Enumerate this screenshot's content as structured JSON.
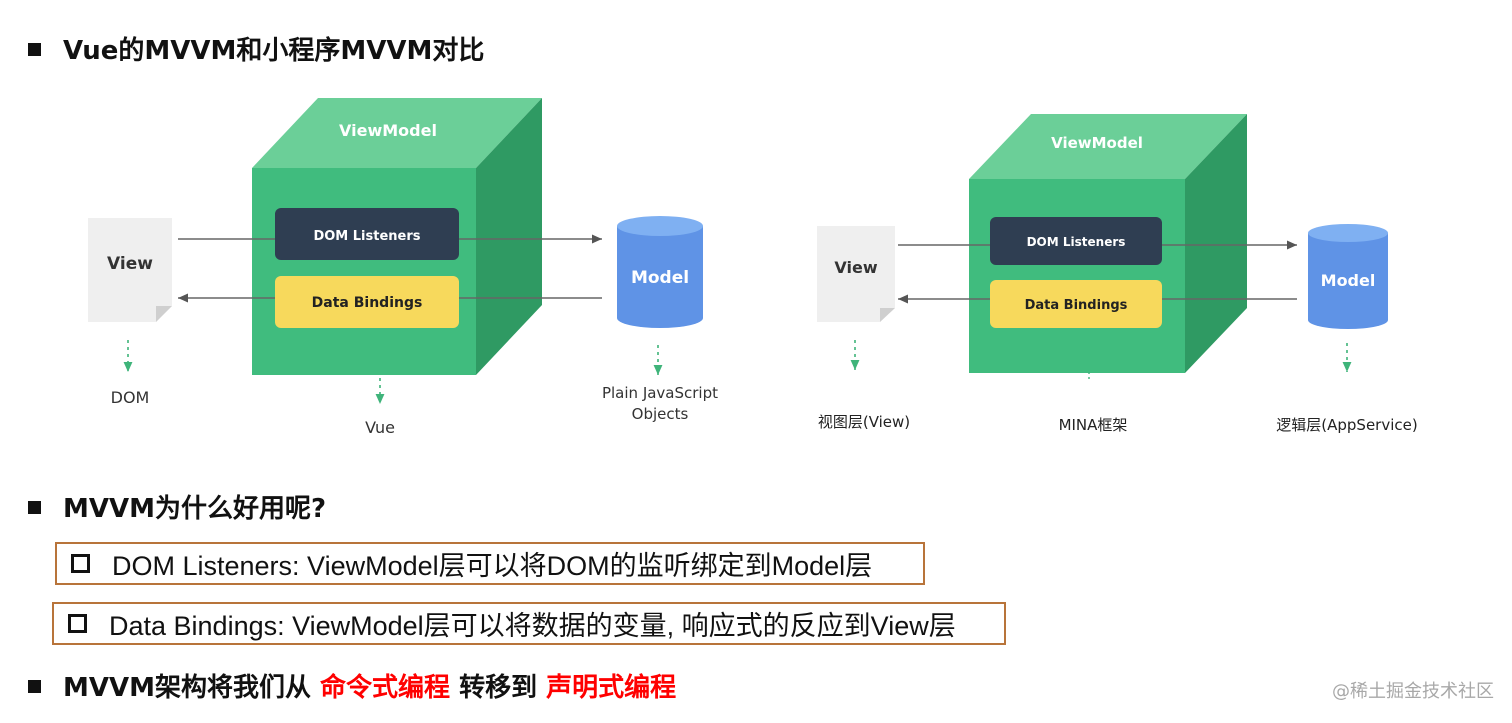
{
  "heading1": "Vue的MVVM和小程序MVVM对比",
  "vue_diagram": {
    "viewmodel": "ViewModel",
    "dom_listeners": "DOM Listeners",
    "data_bindings": "Data Bindings",
    "view": "View",
    "model": "Model",
    "view_caption": "DOM",
    "center_caption": "Vue",
    "model_caption_line1": "Plain JavaScript",
    "model_caption_line2": "Objects"
  },
  "mina_diagram": {
    "viewmodel": "ViewModel",
    "dom_listeners": "DOM Listeners",
    "data_bindings": "Data Bindings",
    "view": "View",
    "model": "Model",
    "view_caption": "视图层(View)",
    "center_caption": "MINA框架",
    "model_caption": "逻辑层(AppService)"
  },
  "heading2": "MVVM为什么好用呢?",
  "bullets": [
    "DOM Listeners: ViewModel层可以将DOM的监听绑定到Model层",
    "Data Bindings: ViewModel层可以将数据的变量, 响应式的反应到View层"
  ],
  "heading3": {
    "prefix": "MVVM架构将我们从 ",
    "highlight1": "命令式编程",
    "middle": " 转移到 ",
    "highlight2": "声明式编程"
  },
  "watermark": "@稀土掘金技术社区",
  "colors": {
    "cube_front": "#40bc7e",
    "cube_top": "#6bcf98",
    "cube_side": "#2f9a63",
    "listeners_box": "#2f3e52",
    "bindings_box": "#f7d95c",
    "model_cylinder": "#5f93e6",
    "box_border": "#b8743a",
    "highlight_red": "#ff0000"
  }
}
